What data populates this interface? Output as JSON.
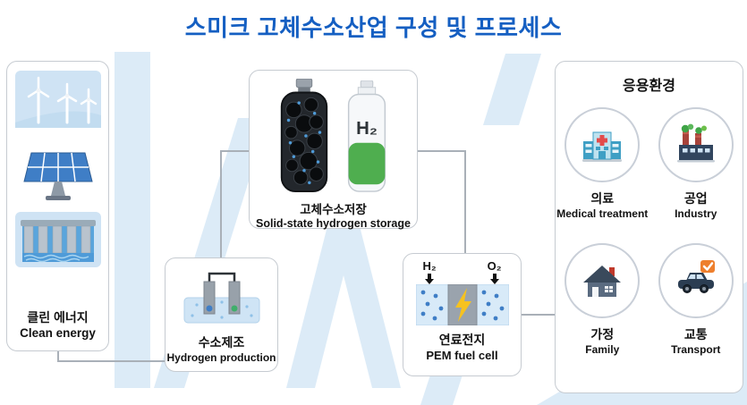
{
  "title": "스미크 고체수소산업 구성 및 프로세스",
  "clean_energy": {
    "label_ko": "클린 에너지",
    "label_en": "Clean energy"
  },
  "storage": {
    "label_ko": "고체수소저장",
    "label_en": "Solid-state hydrogen storage",
    "cylinder_label": "H₂"
  },
  "production": {
    "label_ko": "수소제조",
    "label_en": "Hydrogen production"
  },
  "fuel_cell": {
    "label_ko": "연료전지",
    "label_en": "PEM fuel cell",
    "input_left": "H₂",
    "input_right": "O₂"
  },
  "applications": {
    "title": "응용환경",
    "items": [
      {
        "label_ko": "의료",
        "label_en": "Medical treatment",
        "icon": "hospital-icon"
      },
      {
        "label_ko": "공업",
        "label_en": "Industry",
        "icon": "factory-icon"
      },
      {
        "label_ko": "가정",
        "label_en": "Family",
        "icon": "house-icon"
      },
      {
        "label_ko": "교통",
        "label_en": "Transport",
        "icon": "car-icon"
      }
    ]
  },
  "colors": {
    "title_blue": "#155fc2",
    "watermark_blue": "#dcebf7",
    "connector_gray": "#a9b0b8",
    "cylinder_green": "#4fae4f",
    "bolt_yellow": "#f6c21f",
    "badge_orange": "#ee7f2d",
    "cross_red": "#e34b4b"
  }
}
